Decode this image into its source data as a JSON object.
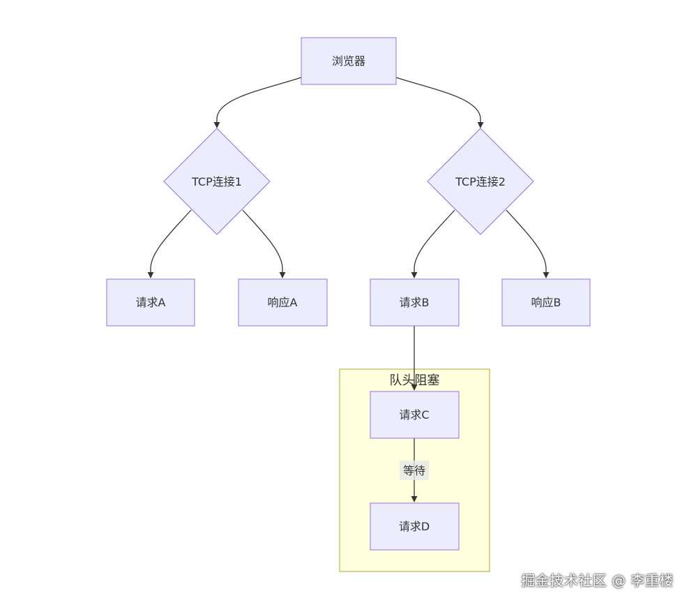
{
  "nodes": {
    "browser": "浏览器",
    "tcp1": "TCP连接1",
    "tcp2": "TCP连接2",
    "reqA": "请求A",
    "resA": "响应A",
    "reqB": "请求B",
    "resB": "响应B",
    "reqC": "请求C",
    "reqD": "请求D"
  },
  "cluster": {
    "label": "队头阻塞"
  },
  "edges": [
    {
      "from": "browser",
      "to": "tcp1",
      "label": ""
    },
    {
      "from": "browser",
      "to": "tcp2",
      "label": ""
    },
    {
      "from": "tcp1",
      "to": "reqA",
      "label": ""
    },
    {
      "from": "tcp1",
      "to": "resA",
      "label": ""
    },
    {
      "from": "tcp2",
      "to": "reqB",
      "label": ""
    },
    {
      "from": "tcp2",
      "to": "resB",
      "label": ""
    },
    {
      "from": "reqB",
      "to": "reqC",
      "label": ""
    },
    {
      "from": "reqC",
      "to": "reqD",
      "label": "等待"
    }
  ],
  "watermark": "掘金技术社区 @ 李重楼",
  "colors": {
    "node_fill": "#ECECFF",
    "node_stroke": "#9370DB",
    "cluster_fill": "#FFFFDE",
    "cluster_stroke": "#AAAA33",
    "edge": "#333333"
  }
}
